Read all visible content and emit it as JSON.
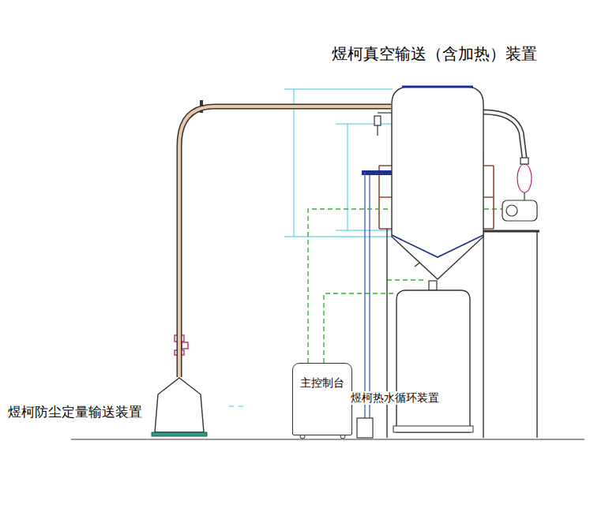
{
  "diagram": {
    "nodes": [
      {
        "text": [
          "煜柯防尘定量输送装置"
        ]
      },
      {
        "text": [
          "煜柯真空输送（含加热）装置"
        ]
      },
      {
        "text": [
          "主控制台"
        ]
      }
    ],
    "edges": [
      {
        "from": 0,
        "to": 1,
        "arrow": "none"
      },
      {
        "from": 2,
        "to": 1,
        "arrow": "none"
      }
    ],
    "labels": [
      "煜柯热水循环装置"
    ]
  }
}
